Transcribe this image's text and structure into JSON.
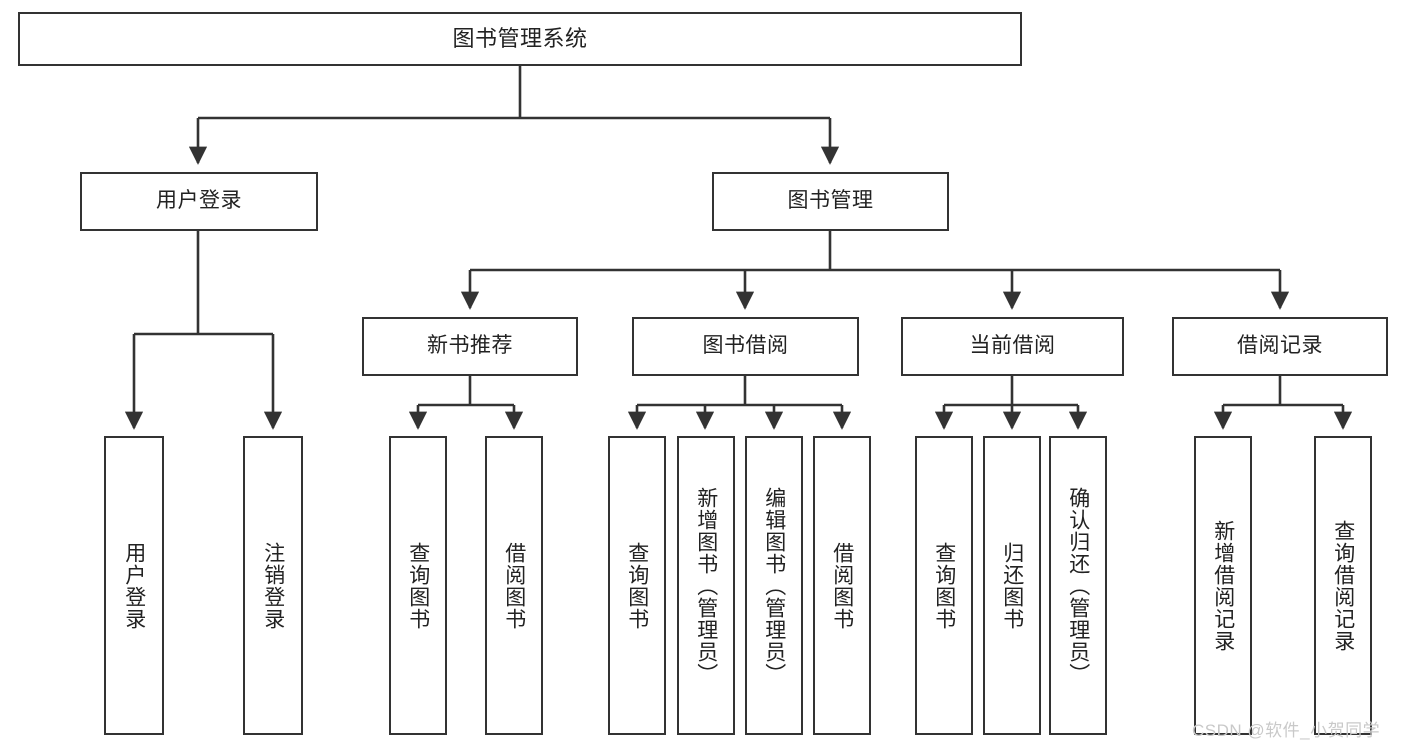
{
  "diagram": {
    "type": "tree-hierarchy",
    "title": "图书管理系统",
    "watermark": "CSDN @软件_小贺同学",
    "colors": {
      "box_border": "#333333",
      "box_fill": "#ffffff",
      "text": "#222222",
      "connector": "#333333",
      "background": "#ffffff",
      "watermark": "#c9c9c9"
    },
    "nodes": {
      "root": {
        "label": "图书管理系统"
      },
      "level2": [
        {
          "id": "user-login",
          "label": "用户登录"
        },
        {
          "id": "book-manage",
          "label": "图书管理"
        }
      ],
      "level3": [
        {
          "id": "new-book-rec",
          "label": "新书推荐"
        },
        {
          "id": "book-borrow",
          "label": "图书借阅"
        },
        {
          "id": "current-borrow",
          "label": "当前借阅"
        },
        {
          "id": "borrow-record",
          "label": "借阅记录"
        }
      ],
      "leaves": [
        {
          "id": "leaf-user-login",
          "label": "用户登录",
          "parent": "user-login"
        },
        {
          "id": "leaf-logout-login",
          "label": "注销登录",
          "parent": "user-login"
        },
        {
          "id": "leaf-query-book-1",
          "label": "查询图书",
          "parent": "new-book-rec"
        },
        {
          "id": "leaf-borrow-book-1",
          "label": "借阅图书",
          "parent": "new-book-rec"
        },
        {
          "id": "leaf-query-book-2",
          "label": "查询图书",
          "parent": "book-borrow"
        },
        {
          "id": "leaf-add-book",
          "label": "新增图书（管理员）",
          "parent": "book-borrow"
        },
        {
          "id": "leaf-edit-book",
          "label": "编辑图书（管理员）",
          "parent": "book-borrow"
        },
        {
          "id": "leaf-borrow-book-2",
          "label": "借阅图书",
          "parent": "book-borrow"
        },
        {
          "id": "leaf-query-book-3",
          "label": "查询图书",
          "parent": "current-borrow"
        },
        {
          "id": "leaf-return-book",
          "label": "归还图书",
          "parent": "current-borrow"
        },
        {
          "id": "leaf-confirm-return",
          "label": "确认归还（管理员）",
          "parent": "current-borrow"
        },
        {
          "id": "leaf-add-record",
          "label": "新增借阅记录",
          "parent": "borrow-record"
        },
        {
          "id": "leaf-query-record",
          "label": "查询借阅记录",
          "parent": "borrow-record"
        }
      ]
    }
  }
}
